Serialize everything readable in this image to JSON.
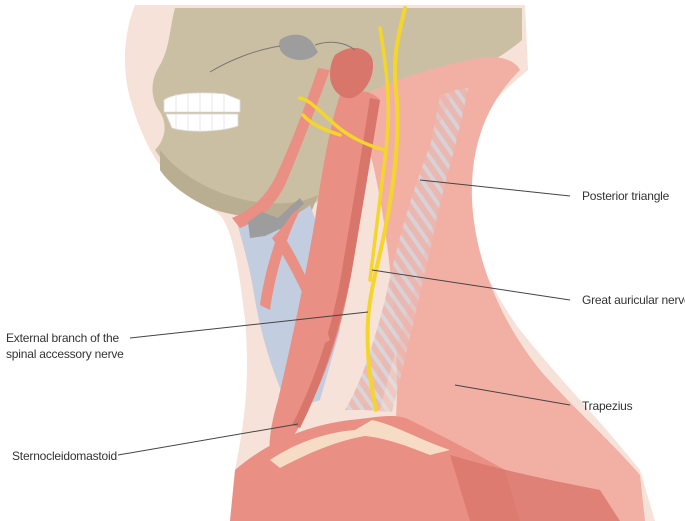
{
  "labels": {
    "posterior_triangle": "Posterior triangle",
    "great_auricular_nerve": "Great auricular nerve",
    "external_branch_line1": "External branch of the",
    "external_branch_line2": "spinal accessory nerve",
    "trapezius": "Trapezius",
    "sternocleidomastoid": "Sternocleidomastoid"
  },
  "colors": {
    "skull": "#cbbfa3",
    "skin_halo": "#f6e2d8",
    "muscle_light": "#f2b0a5",
    "muscle": "#e98f84",
    "muscle_dark": "#d9766b",
    "deep_fascia": "#c3cde0",
    "nerve": "#f4d62a",
    "bone_grey": "#9d9d9d",
    "leader_line": "#444444"
  }
}
